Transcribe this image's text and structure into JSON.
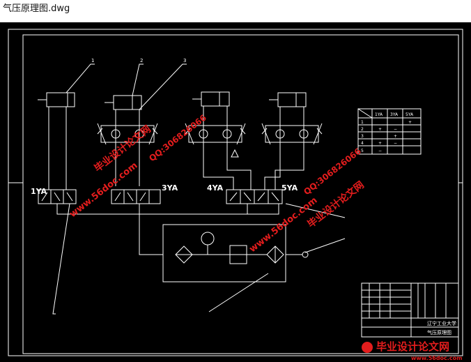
{
  "window": {
    "title": "气压原理图.dwg"
  },
  "drawing": {
    "valve_labels": [
      "1YA",
      "3YA",
      "4YA",
      "5YA"
    ],
    "leader_numbers": [
      "1",
      "2",
      "3"
    ],
    "table": {
      "headers": [
        "",
        "1YA",
        "3YA",
        "5YA"
      ],
      "rows": [
        [
          "1",
          "",
          "",
          "+"
        ],
        [
          "2",
          "+",
          "−",
          ""
        ],
        [
          "3",
          "",
          "+",
          ""
        ],
        [
          "4",
          "+",
          "−",
          ""
        ],
        [
          "5",
          "−",
          "",
          ""
        ]
      ]
    },
    "title_block": {
      "school": "辽宁工业大学",
      "drawing_name": "气压原理图"
    }
  },
  "watermarks": {
    "site_cn": "毕业设计论文网",
    "url": "www.56doc.com",
    "qq": "QQ:306826066",
    "footer_cn": "毕业设计论文网",
    "footer_url": "www.56doc.com"
  },
  "colors": {
    "drawing_bg": "#000000",
    "lines": "#ffffff",
    "watermark": "#e31d1d"
  }
}
